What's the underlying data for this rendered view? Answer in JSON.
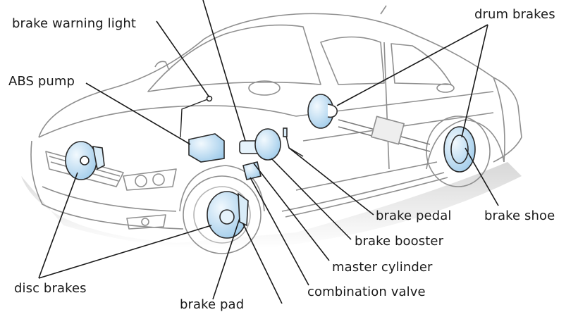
{
  "diagram": {
    "title": "Car brake system components",
    "colors": {
      "part_fill": "#bcdcf2",
      "part_fill_light": "#e6f3fb",
      "outline": "#2a2a2a",
      "car_line": "#9a9a9a",
      "leader": "#1a1a1a",
      "shadow": "#c8c8c8"
    },
    "labels": {
      "brake_warning_light": "brake warning light",
      "abs_pump": "ABS pump",
      "drum_brakes": "drum brakes",
      "brake_pedal": "brake pedal",
      "brake_shoe": "brake shoe",
      "brake_booster": "brake booster",
      "master_cylinder": "master cylinder",
      "combination_valve": "combination valve",
      "disc_brakes": "disc brakes",
      "brake_pad": "brake pad"
    }
  }
}
